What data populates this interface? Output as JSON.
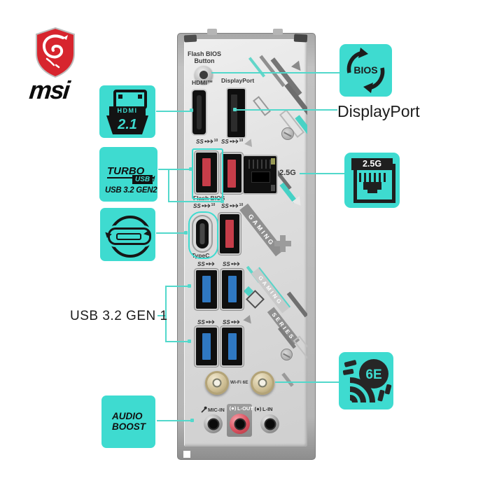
{
  "colors": {
    "teal": "#3edbd0",
    "connector_line": "#52d8cb",
    "msi_red": "#d7252e",
    "usb_red": "#c63d49",
    "usb_blue": "#2f78c2"
  },
  "logo": {
    "brand": "msi"
  },
  "callouts_left": {
    "hdmi": {
      "name": "HDMI",
      "version": "2.1"
    },
    "turbo": {
      "title": "TURBO",
      "badge": "USB",
      "bang": "!",
      "subtitle": "USB 3.2 GEN2"
    },
    "usb_gen1": "USB 3.2 GEN 1",
    "audio_boost": {
      "line1": "AUDIO",
      "line2": "BOOST"
    }
  },
  "callouts_right": {
    "bios": "BIOS",
    "displayport": "DisplayPort",
    "lan": "2.5G",
    "wifi": "6E"
  },
  "panel": {
    "flash_button": {
      "line1": "Flash BIOS",
      "line2": "Button"
    },
    "hdmi_label": "HDMI™",
    "dp_label": "DisplayPort",
    "ss": "SS",
    "ss_sup": "10",
    "flash_bios_label": "Flash BIOS",
    "typec_label": "TypeC",
    "lan_label": "2.5G",
    "wifi_label": "Wi-Fi 6E",
    "audio": {
      "mic": "MIC-IN",
      "line_out": "L-OUT",
      "line_in": "L-IN"
    },
    "deco": {
      "gaming": "GAMING",
      "series": "SERIES"
    }
  }
}
